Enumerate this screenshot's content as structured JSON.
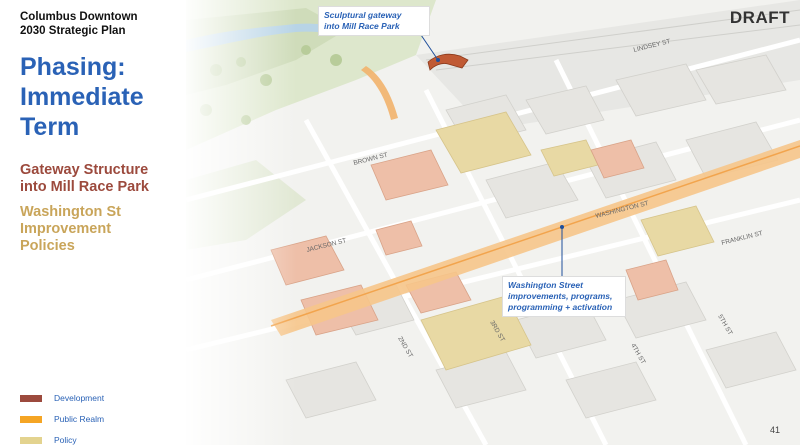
{
  "plan_title": [
    "Columbus Downtown",
    "2030 Strategic Plan"
  ],
  "page_heading": [
    "Phasing:",
    "Immediate",
    "Term"
  ],
  "phases": [
    {
      "lines": [
        "Gateway Structure",
        "into Mill Race Park"
      ],
      "color": "#9c4a3d"
    },
    {
      "lines": [
        "Washington St",
        "Improvement",
        "Policies"
      ],
      "color": "#c9a55a"
    }
  ],
  "draft_badge": "DRAFT",
  "callouts": {
    "gateway": [
      "Sculptural gateway",
      "into Mill Race Park"
    ],
    "washington": [
      "Washington Street",
      "improvements, programs,",
      "programming + activation"
    ]
  },
  "street_labels": {
    "lindsey": "LINDSEY ST",
    "brown": "BROWN ST",
    "jackson": "JACKSON ST",
    "washington": "WASHINGTON ST",
    "franklin": "FRANKLIN ST",
    "third": "3RD ST",
    "second": "2ND ST",
    "fourth": "4TH ST",
    "fifth": "5TH ST"
  },
  "legend": [
    {
      "label": "Development",
      "color": "#9c4a3d"
    },
    {
      "label": "Public Realm",
      "color": "#f5a524"
    },
    {
      "label": "Policy",
      "color": "#e3d38f"
    }
  ],
  "page_number": "41"
}
